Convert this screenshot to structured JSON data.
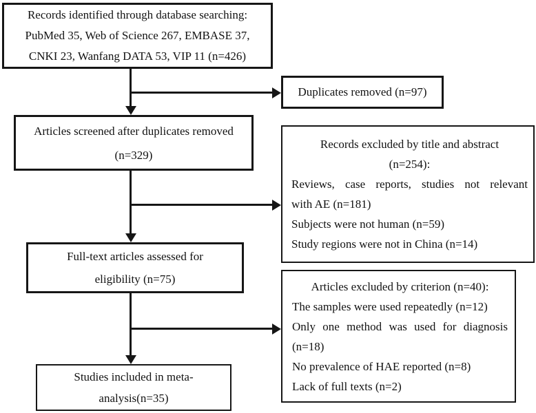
{
  "figure": {
    "type": "prisma-flow-diagram",
    "colors": {
      "background": "#ffffff",
      "line": "#161616",
      "text": "#121212"
    }
  },
  "boxes": {
    "identification": {
      "lines": [
        "Records identified through database searching:",
        "PubMed 35, Web of Science 267, EMBASE 37,",
        "CNKI 23, Wanfang DATA 53, VIP 11 (n=426)"
      ]
    },
    "duplicates_removed": {
      "lines": [
        "Duplicates removed (n=97)"
      ]
    },
    "screened": {
      "lines": [
        "Articles screened after duplicates removed",
        "(n=329)"
      ]
    },
    "excluded_title_abstract": {
      "lines": [
        "Records excluded by title and abstract",
        "(n=254):",
        "Reviews, case reports, studies not relevant",
        "with AE (n=181)",
        "Subjects were not human (n=59)",
        "Study regions were not in China (n=14)"
      ]
    },
    "fulltext_assessed": {
      "lines": [
        "Full-text articles assessed for",
        "eligibility (n=75)"
      ]
    },
    "excluded_criterion": {
      "lines": [
        "Articles excluded by criterion (n=40):",
        "The samples were used repeatedly (n=12)",
        "Only one method was used for diagnosis",
        "(n=18)",
        "No prevalence of HAE reported (n=8)",
        "Lack of full texts (n=2)"
      ]
    },
    "included": {
      "lines": [
        "Studies included in meta-",
        "analysis(n=35)"
      ]
    }
  }
}
